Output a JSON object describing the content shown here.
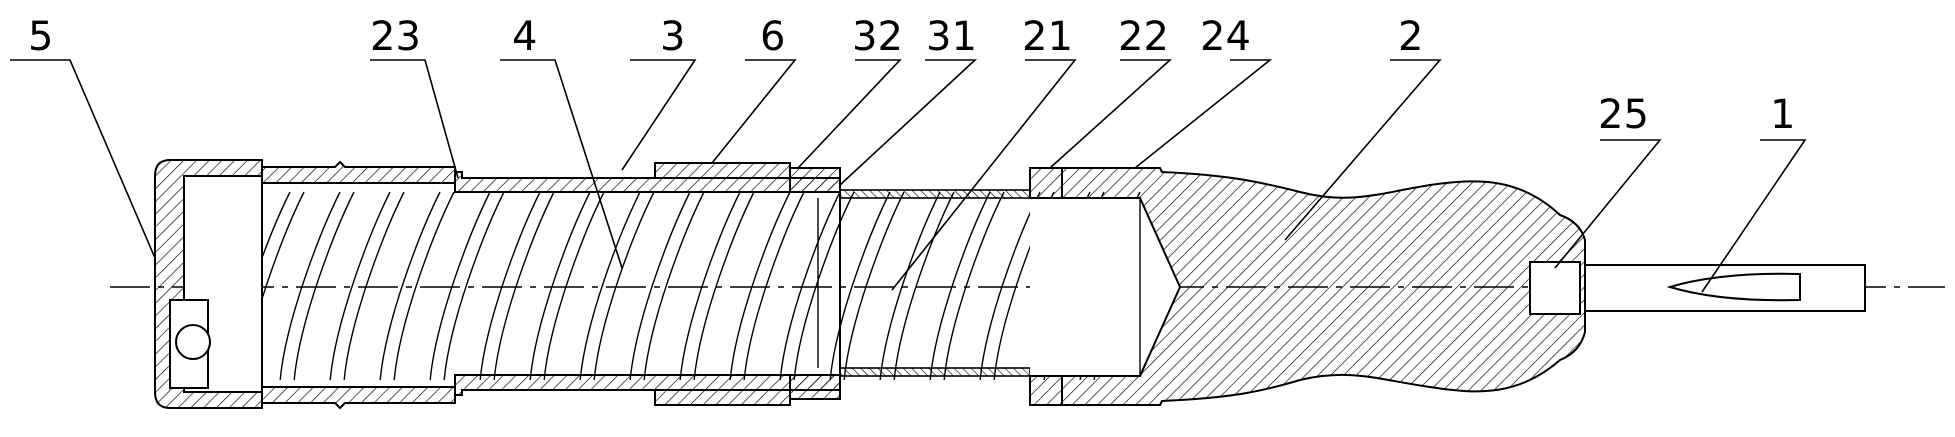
{
  "drawing": {
    "ink_color": "#000000",
    "background_color": "#ffffff",
    "hatch_style": "diagonal-45",
    "callouts": [
      {
        "id": "c5",
        "label": "5"
      },
      {
        "id": "c23",
        "label": "23"
      },
      {
        "id": "c4",
        "label": "4"
      },
      {
        "id": "c3",
        "label": "3"
      },
      {
        "id": "c6",
        "label": "6"
      },
      {
        "id": "c32",
        "label": "32"
      },
      {
        "id": "c31",
        "label": "31"
      },
      {
        "id": "c21",
        "label": "21"
      },
      {
        "id": "c22",
        "label": "22"
      },
      {
        "id": "c24",
        "label": "24"
      },
      {
        "id": "c2",
        "label": "2"
      },
      {
        "id": "c25",
        "label": "25"
      },
      {
        "id": "c1",
        "label": "1"
      }
    ]
  }
}
